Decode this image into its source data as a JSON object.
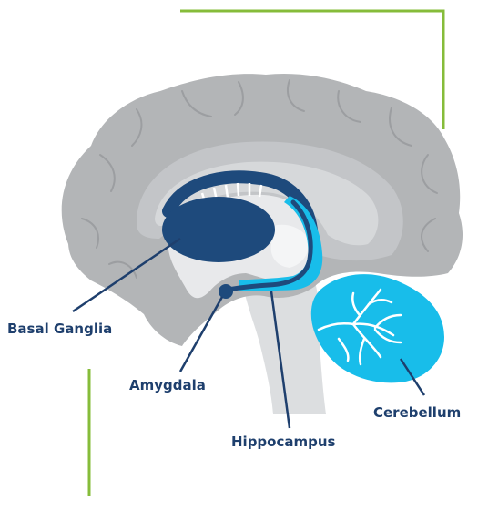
{
  "diagram": {
    "labels": {
      "basal_ganglia": "Basal Ganglia",
      "amygdala": "Amygdala",
      "hippocampus": "Hippocampus",
      "cerebellum": "Cerebellum"
    }
  },
  "colors": {
    "cortex": "#b3b5b7",
    "cortex_light": "#c3c5c8",
    "white_matter": "#d6d8da",
    "inner_pale": "#e8e9eb",
    "ventricle": "#f4f5f6",
    "brainstem": "#dcdee0",
    "basal_ganglia": "#1e4a7c",
    "hippocampus": "#18bdea",
    "cerebellum": "#18bdea",
    "cerebellum_veins": "#ffffff",
    "label_text": "#1e3f6d",
    "leader_line": "#1e3f6d",
    "frame_line": "#86bc3a",
    "gyri_lines": "#9c9ea1"
  }
}
